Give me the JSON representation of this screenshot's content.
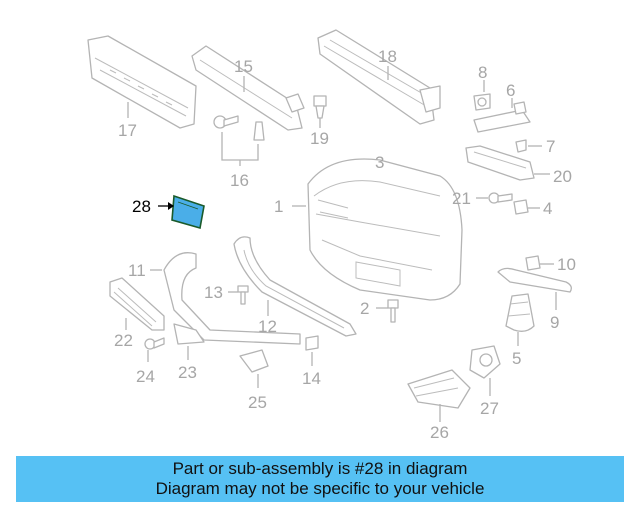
{
  "diagram": {
    "highlighted_part": "28",
    "labels": {
      "p1": "1",
      "p2": "2",
      "p3": "3",
      "p4": "4",
      "p5": "5",
      "p6": "6",
      "p7": "7",
      "p8": "8",
      "p9": "9",
      "p10": "10",
      "p11": "11",
      "p12": "12",
      "p13": "13",
      "p14": "14",
      "p15": "15",
      "p16": "16",
      "p17": "17",
      "p18": "18",
      "p19": "19",
      "p20": "20",
      "p21": "21",
      "p22": "22",
      "p23": "23",
      "p24": "24",
      "p25": "25",
      "p26": "26",
      "p27": "27",
      "p28": "28"
    },
    "colors": {
      "highlight_fill": "#4aaee8",
      "highlight_stroke": "#1a5a2a",
      "part_stroke": "#b4b4b4",
      "label_gray": "#a6a6a6"
    }
  },
  "banner": {
    "line1": "Part or sub-assembly is #28 in diagram",
    "line2": "Diagram may not be specific to your vehicle",
    "color": "#56c1f4"
  }
}
